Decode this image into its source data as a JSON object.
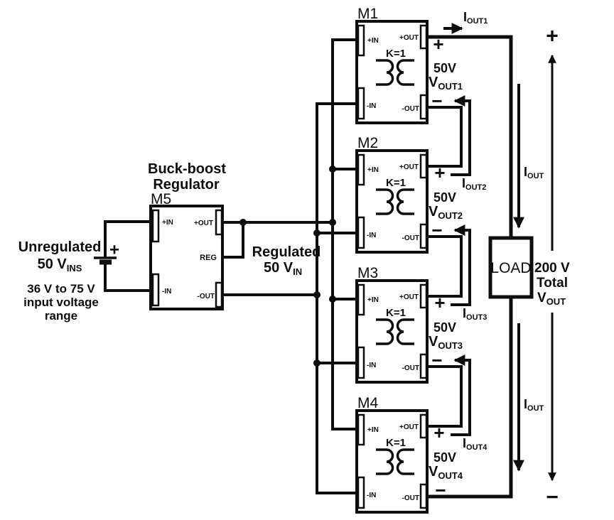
{
  "input_section": {
    "title": "Unregulated",
    "value": "50 V",
    "value_sub": "INS",
    "range_line1": "36 V to 75 V",
    "range_line2": "input voltage",
    "range_line3": "range",
    "battery_plus": "+"
  },
  "regulator": {
    "title_line1": "Buck-boost",
    "title_line2": "Regulator",
    "name": "M5",
    "pins": {
      "pos_in": "+IN",
      "pos_out": "+OUT",
      "reg": "REG",
      "neg_in": "-IN",
      "neg_out": "-OUT"
    },
    "output_label": "Regulated",
    "output_value": "50 V",
    "output_value_sub": "IN"
  },
  "modules": [
    {
      "name": "M1",
      "coupling": "K=1",
      "pins": {
        "pos_in": "+IN",
        "pos_out": "+OUT",
        "neg_in": "-IN",
        "neg_out": "-OUT"
      },
      "voltage": "50V",
      "v_label": "V",
      "v_label_sub": "OUT1",
      "i_label": "I",
      "i_label_sub": "OUT1",
      "plus": "+",
      "minus": "−"
    },
    {
      "name": "M2",
      "coupling": "K=1",
      "pins": {
        "pos_in": "+IN",
        "pos_out": "+OUT",
        "neg_in": "-IN",
        "neg_out": "-OUT"
      },
      "voltage": "50V",
      "v_label": "V",
      "v_label_sub": "OUT2",
      "i_label": "I",
      "i_label_sub": "OUT2",
      "plus": "+",
      "minus": "−"
    },
    {
      "name": "M3",
      "coupling": "K=1",
      "pins": {
        "pos_in": "+IN",
        "pos_out": "+OUT",
        "neg_in": "-IN",
        "neg_out": "-OUT"
      },
      "voltage": "50V",
      "v_label": "V",
      "v_label_sub": "OUT3",
      "i_label": "I",
      "i_label_sub": "OUT3",
      "plus": "+",
      "minus": "−"
    },
    {
      "name": "M4",
      "coupling": "K=1",
      "pins": {
        "pos_in": "+IN",
        "pos_out": "+OUT",
        "neg_in": "-IN",
        "neg_out": "-OUT"
      },
      "voltage": "50V",
      "v_label": "V",
      "v_label_sub": "OUT4",
      "i_label": "I",
      "i_label_sub": "OUT4",
      "plus": "+",
      "minus": "−"
    }
  ],
  "load": {
    "label": "LOAD",
    "total_line1": "200 V",
    "total_line2": "Total",
    "total_v": "V",
    "total_v_sub": "OUT",
    "plus": "+",
    "minus": "−"
  },
  "bus_current": {
    "i_label": "I",
    "i_label_sub": "OUT"
  }
}
